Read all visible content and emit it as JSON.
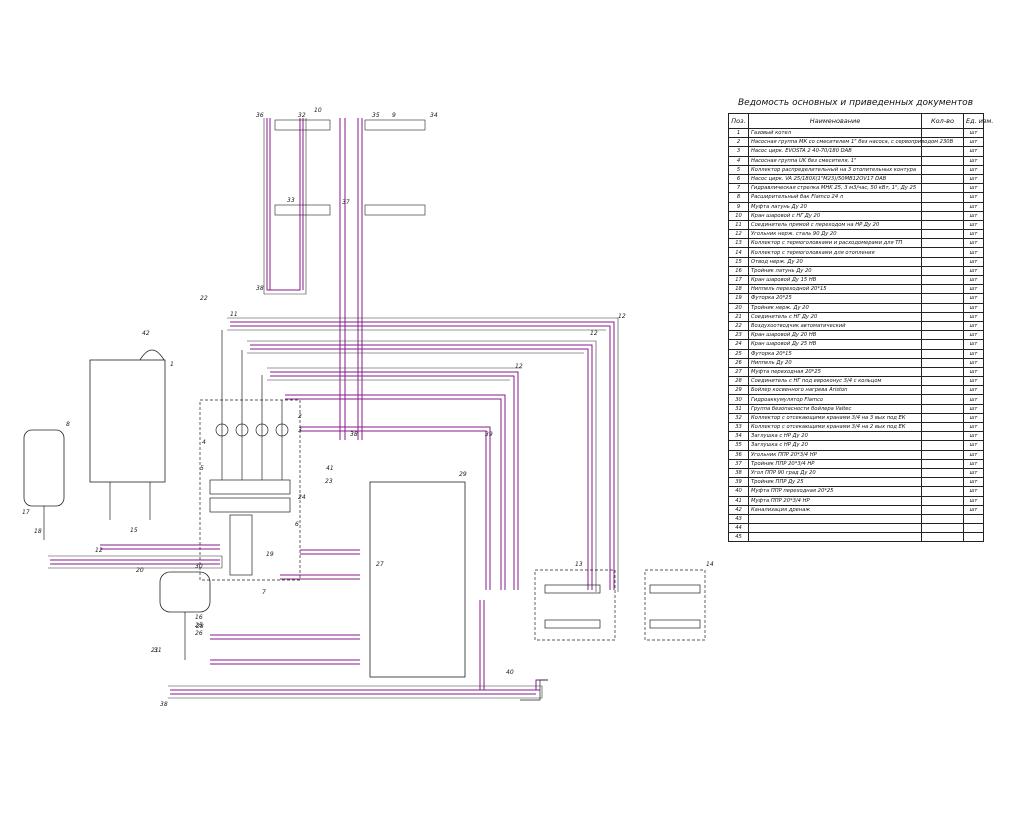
{
  "table": {
    "title": "Ведомость основных и приведенных документов",
    "headers": {
      "pos": "Поз.",
      "name": "Наименование",
      "qty": "Кол-во",
      "unit": "Ед. изм."
    },
    "rows": [
      {
        "pos": "1",
        "name": "Газовый котел",
        "unit": "шт"
      },
      {
        "pos": "2",
        "name": "Насосная группа МК со смесителем 1\" без насоса, с сервоприводом 230В",
        "unit": "шт"
      },
      {
        "pos": "3",
        "name": "Насос цирк. EVOSTA 2 40-70/180 DAB",
        "unit": "шт"
      },
      {
        "pos": "4",
        "name": "Насосная группа UK без смесителя, 1\"",
        "unit": "шт"
      },
      {
        "pos": "5",
        "name": "Коллектор распределительный на 3 отопительных контура",
        "unit": "шт"
      },
      {
        "pos": "6",
        "name": "Насос цирк. VA 25/180X(1\"M23)/50MB12OV17 DAB",
        "unit": "шт"
      },
      {
        "pos": "7",
        "name": "Гидравлическая стрелка MHK 25, 3 м3/час, 50 кВт, 1\", Ду 25",
        "unit": "шт"
      },
      {
        "pos": "8",
        "name": "Расширительный бак Flamco 24 л",
        "unit": "шт"
      },
      {
        "pos": "9",
        "name": "Муфта латунь Ду 20",
        "unit": "шт"
      },
      {
        "pos": "10",
        "name": "Кран шаровой с НГ Ду 20",
        "unit": "шт"
      },
      {
        "pos": "11",
        "name": "Соединитель прямой с переходом на НР Ду 20",
        "unit": "шт"
      },
      {
        "pos": "12",
        "name": "Угольник нерж. сталь 90 Ду 20",
        "unit": "шт"
      },
      {
        "pos": "13",
        "name": "Коллектор с термоголовками и расходомерами для ТП",
        "unit": "шт"
      },
      {
        "pos": "14",
        "name": "Коллектор с термоголовками для отопления",
        "unit": "шт"
      },
      {
        "pos": "15",
        "name": "Отвод нерж. Ду 20",
        "unit": "шт"
      },
      {
        "pos": "16",
        "name": "Тройник латунь Ду 20",
        "unit": "шт"
      },
      {
        "pos": "17",
        "name": "Кран шаровой Ду 15 НВ",
        "unit": "шт"
      },
      {
        "pos": "18",
        "name": "Ниппель переходной 20*15",
        "unit": "шт"
      },
      {
        "pos": "19",
        "name": "Футорка 20*25",
        "unit": "шт"
      },
      {
        "pos": "20",
        "name": "Тройник нерж. Ду 20",
        "unit": "шт"
      },
      {
        "pos": "21",
        "name": "Соединитель с НГ Ду 20",
        "unit": "шт"
      },
      {
        "pos": "22",
        "name": "Воздухоотводчик автоматический",
        "unit": "шт"
      },
      {
        "pos": "23",
        "name": "Кран шаровой Ду 20 НВ",
        "unit": "шт"
      },
      {
        "pos": "24",
        "name": "Кран шаровой Ду 25 НВ",
        "unit": "шт"
      },
      {
        "pos": "25",
        "name": "Футорка 20*15",
        "unit": "шт"
      },
      {
        "pos": "26",
        "name": "Ниппель Ду 20",
        "unit": "шт"
      },
      {
        "pos": "27",
        "name": "Муфта переходная 20*25",
        "unit": "шт"
      },
      {
        "pos": "28",
        "name": "Соединитель с НГ под евроконус 3/4 с кольцом",
        "unit": "шт"
      },
      {
        "pos": "29",
        "name": "Бойлер косвенного нагрева Ariston",
        "unit": "шт"
      },
      {
        "pos": "30",
        "name": "Гидроаккумулятор Flamco",
        "unit": "шт"
      },
      {
        "pos": "31",
        "name": "Группа безопасности бойлера Valtec",
        "unit": "шт"
      },
      {
        "pos": "32",
        "name": "Коллектор с отсекающими кранами 3/4 на 3 вых под ЕК",
        "unit": "шт"
      },
      {
        "pos": "33",
        "name": "Коллектор с отсекающими кранами 3/4 на 2 вых под ЕК",
        "unit": "шт"
      },
      {
        "pos": "34",
        "name": "Заглушка с НР Ду 20",
        "unit": "шт"
      },
      {
        "pos": "35",
        "name": "Заглушка с НР Ду 20",
        "unit": "шт"
      },
      {
        "pos": "36",
        "name": "Угольник ППР 20*3/4 НР",
        "unit": "шт"
      },
      {
        "pos": "37",
        "name": "Тройник ППР 20*3/4 НР",
        "unit": "шт"
      },
      {
        "pos": "38",
        "name": "Угол ППР 90 град Ду 20",
        "unit": "шт"
      },
      {
        "pos": "39",
        "name": "Тройник ППР Ду 25",
        "unit": "шт"
      },
      {
        "pos": "40",
        "name": "Муфта ППР переходная 20*25",
        "unit": "шт"
      },
      {
        "pos": "41",
        "name": "Муфта ППР 20*3/4 НР",
        "unit": "шт"
      },
      {
        "pos": "42",
        "name": "Канализация дренаж",
        "unit": "шт"
      },
      {
        "pos": "43",
        "name": "",
        "unit": ""
      },
      {
        "pos": "44",
        "name": "",
        "unit": ""
      },
      {
        "pos": "45",
        "name": "",
        "unit": ""
      }
    ]
  },
  "labels": [
    {
      "id": "boiler",
      "text": "1"
    },
    {
      "id": "exp-tank",
      "text": "8"
    },
    {
      "id": "accum",
      "text": "30"
    },
    {
      "id": "hydro-tank",
      "text": "29"
    },
    {
      "id": "coll-tp",
      "text": "13"
    },
    {
      "id": "coll-heat",
      "text": "14"
    },
    {
      "id": "drain",
      "text": "42"
    },
    {
      "id": "l20",
      "text": "20"
    },
    {
      "id": "l21",
      "text": "21"
    },
    {
      "id": "l22",
      "text": "22"
    },
    {
      "id": "l12a",
      "text": "12"
    },
    {
      "id": "l12b",
      "text": "12"
    },
    {
      "id": "l12c",
      "text": "12"
    },
    {
      "id": "l12d",
      "text": "12"
    },
    {
      "id": "l38a",
      "text": "38"
    },
    {
      "id": "l38b",
      "text": "38"
    },
    {
      "id": "l38c",
      "text": "38"
    },
    {
      "id": "l39",
      "text": "39"
    },
    {
      "id": "l40",
      "text": "40"
    },
    {
      "id": "l36",
      "text": "36"
    },
    {
      "id": "l37",
      "text": "37"
    },
    {
      "id": "l35",
      "text": "35"
    },
    {
      "id": "l32",
      "text": "32"
    },
    {
      "id": "l33",
      "text": "33"
    },
    {
      "id": "l34",
      "text": "34"
    },
    {
      "id": "l10",
      "text": "10"
    },
    {
      "id": "l11",
      "text": "11"
    },
    {
      "id": "l9",
      "text": "9"
    },
    {
      "id": "l23",
      "text": "23"
    },
    {
      "id": "l24",
      "text": "24"
    },
    {
      "id": "l2",
      "text": "2"
    },
    {
      "id": "l3",
      "text": "3"
    },
    {
      "id": "l4",
      "text": "4"
    },
    {
      "id": "l5",
      "text": "5"
    },
    {
      "id": "l6",
      "text": "6"
    },
    {
      "id": "l7",
      "text": "7"
    },
    {
      "id": "l15",
      "text": "15"
    },
    {
      "id": "l16",
      "text": "16"
    },
    {
      "id": "l17",
      "text": "17"
    },
    {
      "id": "l18",
      "text": "18"
    },
    {
      "id": "l19",
      "text": "19"
    },
    {
      "id": "l25",
      "text": "25"
    },
    {
      "id": "l26",
      "text": "26"
    },
    {
      "id": "l27",
      "text": "27"
    },
    {
      "id": "l28",
      "text": "28"
    },
    {
      "id": "l31",
      "text": "31"
    },
    {
      "id": "l41",
      "text": "41"
    }
  ]
}
